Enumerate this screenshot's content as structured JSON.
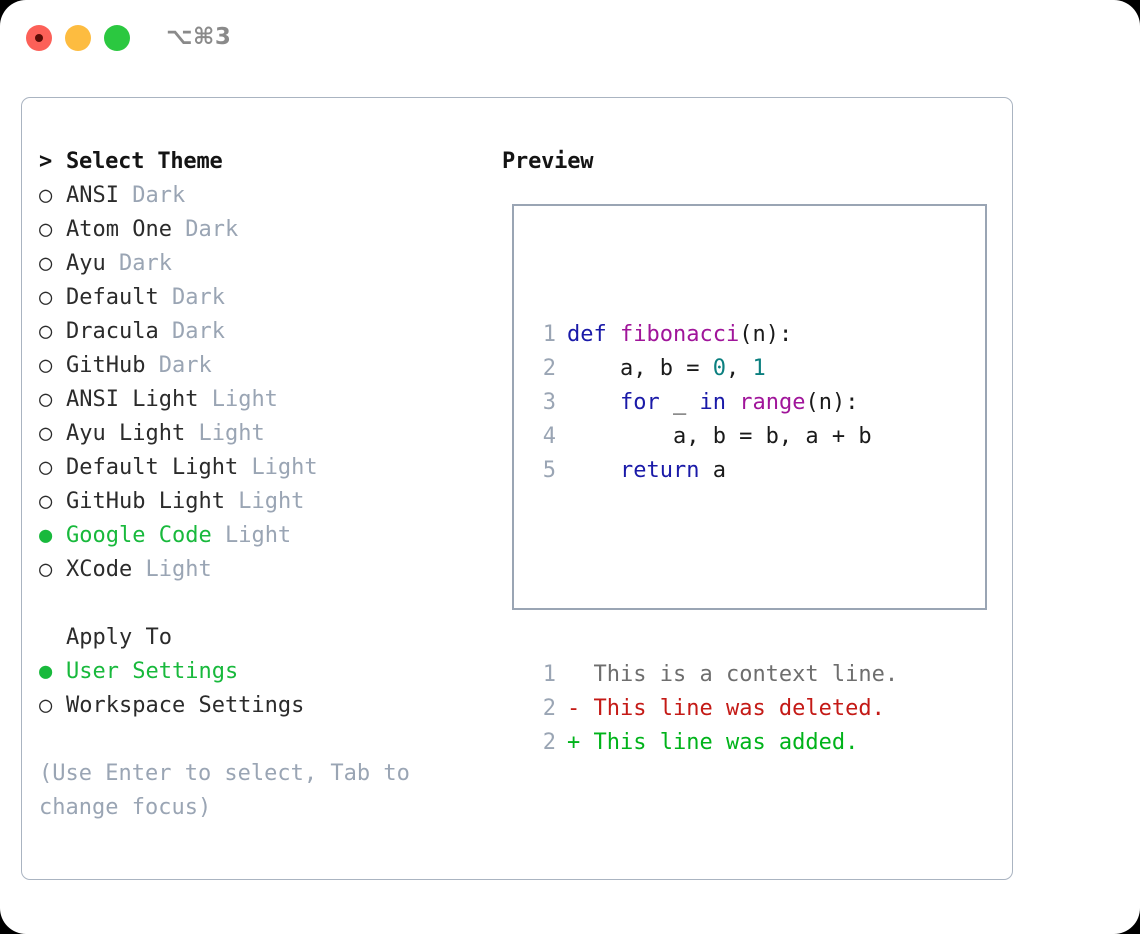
{
  "window": {
    "shortcut_title": "⌥⌘3",
    "traffic_lights": [
      {
        "name": "close",
        "color": "#fc6058"
      },
      {
        "name": "minimize",
        "color": "#fdbc40"
      },
      {
        "name": "maximize",
        "color": "#2bc840"
      }
    ]
  },
  "theme_picker": {
    "header_marker": ">",
    "header": "Select Theme",
    "items": [
      {
        "marker": "○",
        "selected": false,
        "label": "ANSI",
        "variant": "Dark"
      },
      {
        "marker": "○",
        "selected": false,
        "label": "Atom One",
        "variant": "Dark"
      },
      {
        "marker": "○",
        "selected": false,
        "label": "Ayu",
        "variant": "Dark"
      },
      {
        "marker": "○",
        "selected": false,
        "label": "Default",
        "variant": "Dark"
      },
      {
        "marker": "○",
        "selected": false,
        "label": "Dracula",
        "variant": "Dark"
      },
      {
        "marker": "○",
        "selected": false,
        "label": "GitHub",
        "variant": "Dark"
      },
      {
        "marker": "○",
        "selected": false,
        "label": "ANSI Light",
        "variant": "Light"
      },
      {
        "marker": "○",
        "selected": false,
        "label": "Ayu Light",
        "variant": "Light"
      },
      {
        "marker": "○",
        "selected": false,
        "label": "Default Light",
        "variant": "Light"
      },
      {
        "marker": "○",
        "selected": false,
        "label": "GitHub Light",
        "variant": "Light"
      },
      {
        "marker": "●",
        "selected": true,
        "label": "Google Code",
        "variant": "Light"
      },
      {
        "marker": "○",
        "selected": false,
        "label": "XCode",
        "variant": "Light"
      }
    ]
  },
  "apply_to": {
    "header": "Apply To",
    "items": [
      {
        "marker": "●",
        "selected": true,
        "label": "User Settings"
      },
      {
        "marker": "○",
        "selected": false,
        "label": "Workspace Settings"
      }
    ]
  },
  "hint": "(Use Enter to select, Tab to change focus)",
  "preview": {
    "title": "Preview",
    "code_lines": [
      {
        "num": "1",
        "tokens": [
          {
            "t": "def ",
            "c": "kw"
          },
          {
            "t": "fibonacci",
            "c": "fn"
          },
          {
            "t": "(n):",
            "c": "txt"
          }
        ]
      },
      {
        "num": "2",
        "tokens": [
          {
            "t": "    a, b = ",
            "c": "txt"
          },
          {
            "t": "0",
            "c": "num"
          },
          {
            "t": ", ",
            "c": "txt"
          },
          {
            "t": "1",
            "c": "num"
          }
        ]
      },
      {
        "num": "3",
        "tokens": [
          {
            "t": "    ",
            "c": "txt"
          },
          {
            "t": "for",
            "c": "kw"
          },
          {
            "t": " _ ",
            "c": "txt"
          },
          {
            "t": "in",
            "c": "kw"
          },
          {
            "t": " ",
            "c": "txt"
          },
          {
            "t": "range",
            "c": "fn"
          },
          {
            "t": "(n):",
            "c": "txt"
          }
        ]
      },
      {
        "num": "4",
        "tokens": [
          {
            "t": "        a, b = b, a + b",
            "c": "txt"
          }
        ]
      },
      {
        "num": "5",
        "tokens": [
          {
            "t": "    ",
            "c": "txt"
          },
          {
            "t": "return",
            "c": "kw"
          },
          {
            "t": " a",
            "c": "txt"
          }
        ]
      }
    ],
    "diff_lines": [
      {
        "num": "1",
        "sign": " ",
        "text": "This is a context line.",
        "kind": "ctx"
      },
      {
        "num": "2",
        "sign": "-",
        "text": "This line was deleted.",
        "kind": "del"
      },
      {
        "num": "2",
        "sign": "+",
        "text": "This line was added.",
        "kind": "add"
      }
    ]
  },
  "colors": {
    "accent_green": "#18b93c",
    "muted": "#9aa5b4",
    "keyword": "#1a1aa8",
    "function": "#a0159a",
    "number": "#0b7f7f",
    "deleted": "#c41a16",
    "added": "#00b31a",
    "border": "#aab4c1"
  }
}
